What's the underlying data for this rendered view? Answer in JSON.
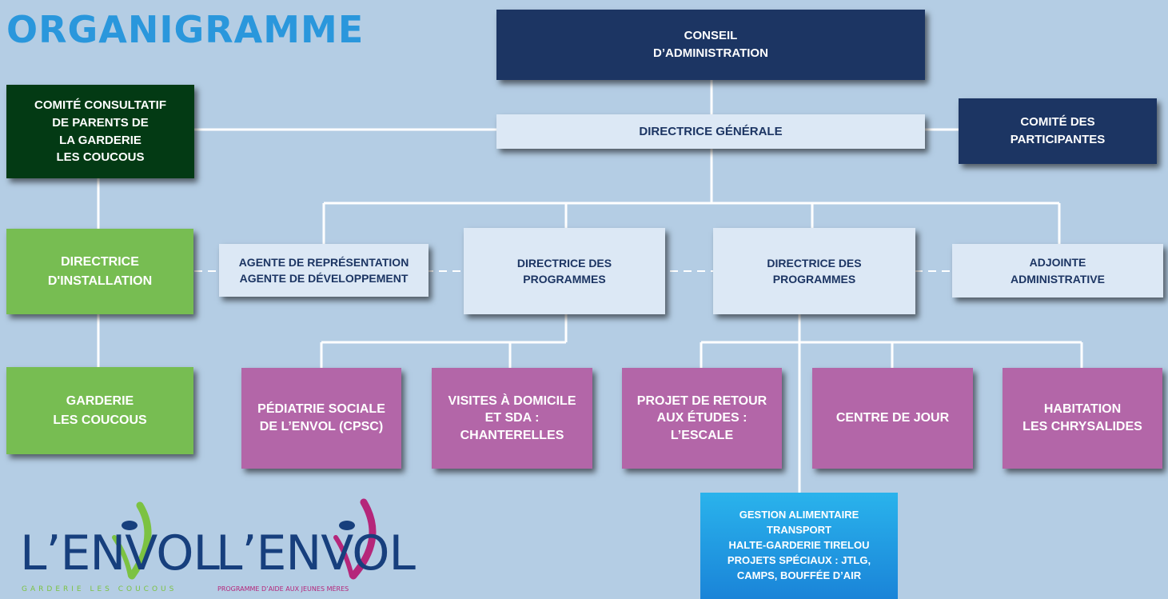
{
  "title": "ORGANIGRAMME",
  "boxes": {
    "conseil": [
      "CONSEIL",
      "D’ADMINISTRATION"
    ],
    "directrice_generale": [
      "DIRECTRICE GÉNÉRALE"
    ],
    "comite_participantes": [
      "COMITÉ DES",
      "PARTICIPANTES"
    ],
    "comite_consultatif": [
      "COMITÉ CONSULTATIF",
      "DE PARENTS DE",
      "LA GARDERIE",
      "LES COUCOUS"
    ],
    "directrice_installation": [
      "DIRECTRICE",
      "D'INSTALLATION"
    ],
    "garderie": [
      "GARDERIE",
      "LES COUCOUS"
    ],
    "agente": [
      "AGENTE DE REPRÉSENTATION",
      "AGENTE DE DÉVELOPPEMENT"
    ],
    "directrice_programmes_1": [
      "DIRECTRICE DES",
      "PROGRAMMES"
    ],
    "directrice_programmes_2": [
      "DIRECTRICE DES",
      "PROGRAMMES"
    ],
    "adjointe": [
      "ADJOINTE",
      "ADMINISTRATIVE"
    ],
    "pediatrie": [
      "PÉDIATRIE SOCIALE",
      "DE L’ENVOL (CPSC)"
    ],
    "visites": [
      "VISITES À DOMICILE",
      "ET SDA :",
      "CHANTERELLES"
    ],
    "projet_retour": [
      "PROJET DE RETOUR",
      "AUX ÉTUDES :",
      "L’ESCALE"
    ],
    "centre_jour": [
      "CENTRE DE JOUR"
    ],
    "habitation": [
      "HABITATION",
      "LES CHRYSALIDES"
    ],
    "gestion": [
      "GESTION ALIMENTAIRE",
      "TRANSPORT",
      "HALTE-GARDERIE TIRELOU",
      "PROJETS SPÉCIAUX : JTLG,",
      "CAMPS, BOUFFÉE D’AIR"
    ]
  },
  "logos": [
    {
      "word": "L’ENVOL",
      "tagline": "GARDERIE LES COUCOUS",
      "accent": "#7cc242"
    },
    {
      "word": "L’ENVOL",
      "tagline": "PROGRAMME D’AIDE AUX JEUNES MÈRES",
      "accent": "#b5267a"
    }
  ],
  "colors": {
    "background": "#b4cde4",
    "title": "#2a97dc",
    "navy": "#1c3563",
    "light_box": "#dce8f5",
    "dark_green": "#033a14",
    "green": "#77bd52",
    "purple": "#b366a8",
    "cyan": "#2ab3ec",
    "connector": "#ffffff"
  }
}
